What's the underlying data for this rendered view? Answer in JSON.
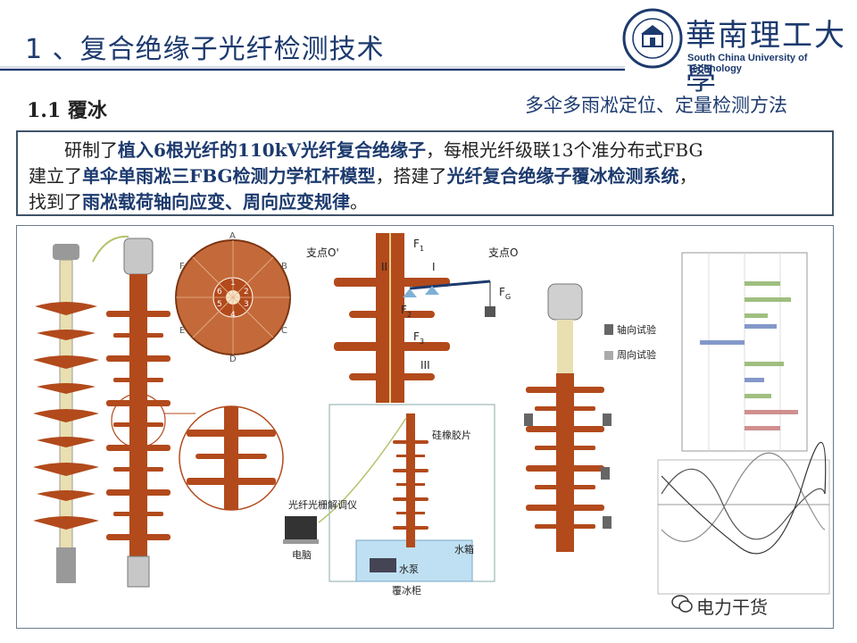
{
  "header": {
    "title": "1 、复合绝缘子光纤检测技术",
    "logo_cn": "華南理工大學",
    "logo_en": "South China University of Technology"
  },
  "section": {
    "label": "1.1 覆冰",
    "subtitle": "多伞多雨凇定位、定量检测方法"
  },
  "abstract": {
    "line1_a": "研制了",
    "line1_b": "植入6根光纤的110kV光纤复合绝缘子",
    "line1_c": "，每根光纤级联13个准分布式FBG",
    "line2_a": "建立了",
    "line2_b": "单伞单雨凇三FBG检测力学杠杆模型",
    "line2_c": "，搭建了",
    "line2_d": "光纤复合绝缘子覆冰检测系统",
    "line2_e": "，",
    "line3_a": "找到了",
    "line3_b": "雨凇载荷轴向应变、周向应变规律",
    "line3_c": "。"
  },
  "figure": {
    "cross_section": {
      "letters": [
        "A",
        "B",
        "C",
        "D",
        "E",
        "F"
      ],
      "numbers": [
        "1",
        "2",
        "3",
        "4",
        "5",
        "6"
      ]
    },
    "lever_model": {
      "pivot_left": "支点O'",
      "pivot_right": "支点O",
      "roman": [
        "II",
        "I",
        "III"
      ],
      "forces": [
        "F",
        "1",
        "F",
        "2",
        "F",
        "3",
        "F",
        "G"
      ]
    },
    "test_legend": {
      "axial": "轴向试验",
      "circum": "周向试验"
    },
    "setup": {
      "rubber": "硅橡胶片",
      "demod": "光纤光栅解调仪",
      "computer": "电脑",
      "tank": "水箱",
      "pump": "水泵",
      "cabinet": "覆冰柜"
    },
    "colors": {
      "insulator": "#b24a1c",
      "water": "#bfe0f2",
      "navy": "#1c3a6e"
    }
  },
  "watermark": {
    "text": "电力干货"
  }
}
